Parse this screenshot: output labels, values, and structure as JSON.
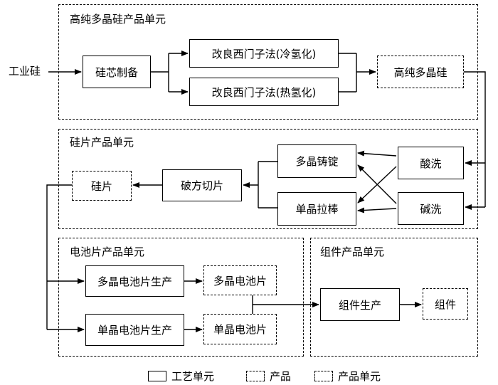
{
  "input": "工业硅",
  "units": {
    "polysilicon": "高纯多晶硅产品单元",
    "wafer": "硅片产品单元",
    "cell": "电池片产品单元",
    "module": "组件产品单元"
  },
  "nodes": {
    "silicon_core": "硅芯制备",
    "siemens_cold": "改良西门子法(冷氢化)",
    "siemens_hot": "改良西门子法(热氢化)",
    "hp_polysilicon": "高纯多晶硅",
    "acid_wash": "酸洗",
    "alkali_wash": "碱洗",
    "poly_ingot": "多晶铸锭",
    "mono_pull": "单晶拉棒",
    "cutting": "破方切片",
    "wafer": "硅片",
    "poly_cell_prod": "多晶电池片生产",
    "poly_cell": "多晶电池片",
    "mono_cell_prod": "单晶电池片生产",
    "mono_cell": "单晶电池片",
    "module_prod": "组件生产",
    "module": "组件"
  },
  "legend": {
    "process": "工艺单元",
    "product": "产品",
    "product_unit": "产品单元"
  }
}
